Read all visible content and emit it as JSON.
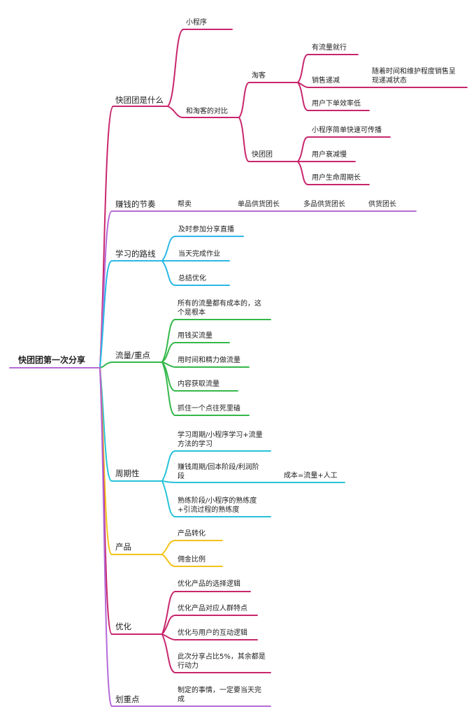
{
  "root": "快团团第一次分享",
  "colors": {
    "magenta": "#c8266c",
    "purple": "#b46ad8",
    "blue": "#2bb8e6",
    "green": "#34b84a",
    "cyan": "#27c3d9",
    "yellow": "#f2c318"
  },
  "branches": {
    "what": {
      "label": "快团团是什么",
      "miniprogram": "小程序",
      "compare": "和淘客的对比",
      "taoke": {
        "label": "淘客",
        "items": [
          "有流量就行",
          "销售递减",
          "用户下单效率低"
        ],
        "decline_note": "随着时间和维护程度销售呈现递减状态"
      },
      "ktt": {
        "label": "快团团",
        "items": [
          "小程序简单快速可传播",
          "用户衰减慢",
          "用户生命周期长"
        ]
      }
    },
    "rhythm": {
      "label": "赚钱的节奏",
      "steps": [
        "帮卖",
        "单品供货团长",
        "多品供货团长",
        "供货团长"
      ]
    },
    "learning": {
      "label": "学习的路线",
      "items": [
        "及时参加分享直播",
        "当天完成作业",
        "总结优化"
      ]
    },
    "traffic": {
      "label": "流量/重点",
      "items": [
        "所有的流量都有成本的，这个是根本",
        "用钱买流量",
        "用时间和精力做流量",
        "内容获取流量",
        "抓住一个点往死里磕"
      ]
    },
    "cycle": {
      "label": "周期性",
      "items": [
        "学习周期/小程序学习+流量方法的学习",
        "赚钱周期/回本阶段/利润阶段",
        "熟练阶段/小程序的熟练度+引流过程的熟练度"
      ],
      "cost_note": "成本=流量+人工"
    },
    "product": {
      "label": "产品",
      "items": [
        "产品转化",
        "佣金比例"
      ]
    },
    "optimize": {
      "label": "优化",
      "items": [
        "优化产品的选择逻辑",
        "优化产品对应人群特点",
        "优化与用户的互动逻辑",
        "此次分享占比5%，其余都是行动力"
      ]
    },
    "key": {
      "label": "划重点",
      "items": [
        "制定的事情，一定要当天完成"
      ]
    }
  }
}
